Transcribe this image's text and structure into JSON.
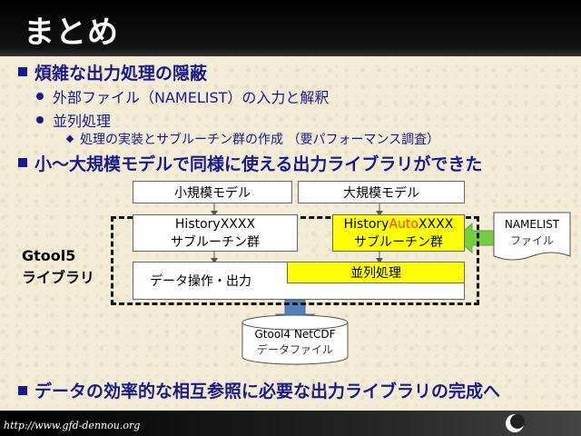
{
  "slide": {
    "title": "まとめ",
    "items": [
      {
        "text": "煩雑な出力処理の隠蔽"
      },
      {
        "text": "外部ファイル（NAMELIST）の入力と解釈"
      },
      {
        "text": "並列処理"
      },
      {
        "text": "処理の実装とサブルーチン群の作成 （要パフォーマンス調査）"
      },
      {
        "text": "小～大規模モデルで同様に使える出力ライブラリができた"
      },
      {
        "text": "データの効率的な相互参照に必要な出力ライブラリの完成へ"
      }
    ]
  },
  "diagram": {
    "small_model": "小規模モデル",
    "large_model": "大規模モデル",
    "history_left_1": "HistoryXXXX",
    "history_left_2": "サブルーチン群",
    "history_right_a": "History",
    "history_right_b": "Auto",
    "history_right_c": "XXXX",
    "history_right_2": "サブルーチン群",
    "namelist_1": "NAMELIST",
    "namelist_2": "ファイル",
    "gtool_lib_1": "Gtool5",
    "gtool_lib_2": "ライブラリ",
    "data_io": "データ操作・出力",
    "parallel": "並列処理",
    "netcdf_1": "Gtool4 NetCDF",
    "netcdf_2": "データファイル"
  },
  "footer": {
    "url": "http://www.gfd-dennou.org"
  },
  "colors": {
    "text_blue": "#1a1a8c",
    "accent_orange": "#ff3300",
    "highlight_yellow": "#ffff00",
    "arrow_blue": "#4f81bd",
    "arrow_green": "#77cc44"
  }
}
